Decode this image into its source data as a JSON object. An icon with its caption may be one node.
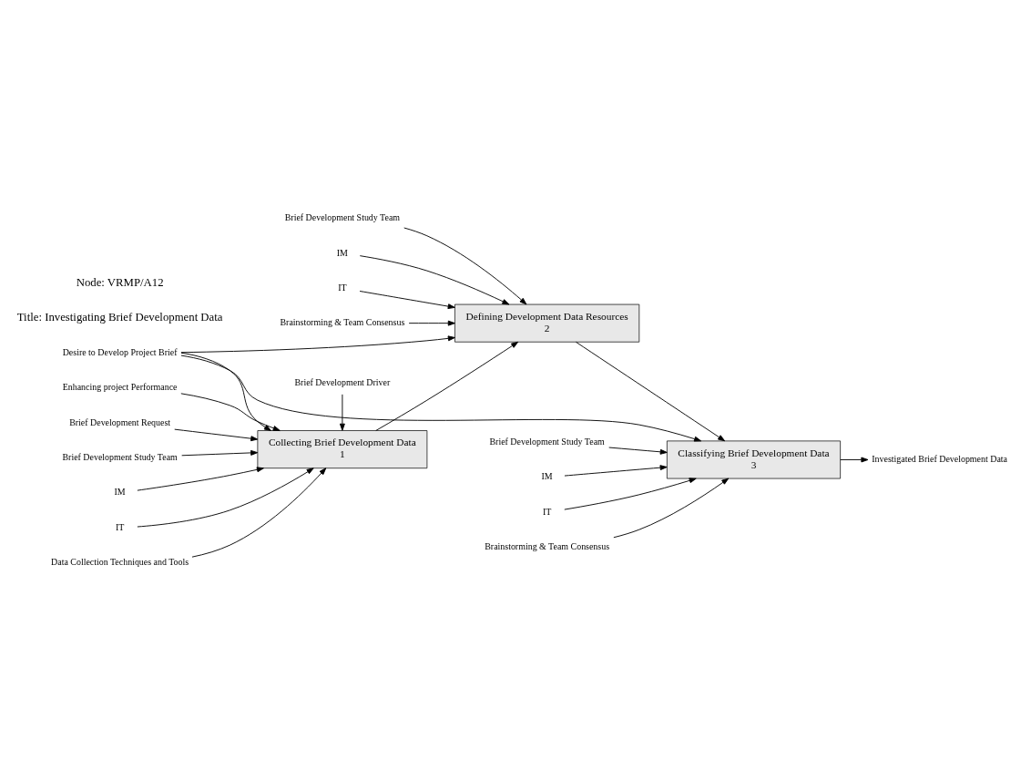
{
  "diagram": {
    "nodes": [
      {
        "text": [
          "Collecting Brief Development Data",
          "1"
        ]
      },
      {
        "text": [
          "Defining Development Data Resources",
          "2"
        ]
      },
      {
        "text": [
          "Classifying Brief Development Data",
          "3"
        ]
      },
      {
        "text": [
          "Desire to Develop Project Brief"
        ]
      },
      {
        "text": [
          "Enhancing project Performance"
        ]
      },
      {
        "text": [
          "Brief Development Driver"
        ]
      },
      {
        "text": [
          "Brief Development Request"
        ]
      },
      {
        "text": [
          "Brief Development Study Team"
        ]
      },
      {
        "text": [
          "IM"
        ]
      },
      {
        "text": [
          "IT"
        ]
      },
      {
        "text": [
          "Data Collection Techniques and Tools"
        ]
      },
      {
        "text": [
          "Brief Development Study Team"
        ]
      },
      {
        "text": [
          "IM"
        ]
      },
      {
        "text": [
          "IT"
        ]
      },
      {
        "text": [
          "Brainstorming & Team Consensus"
        ]
      },
      {
        "text": [
          "Brief Development Study Team"
        ]
      },
      {
        "text": [
          "IM"
        ]
      },
      {
        "text": [
          "IT"
        ]
      },
      {
        "text": [
          "Brainstorming & Team Consensus"
        ]
      },
      {
        "text": [
          "Investigated Brief Development Data"
        ]
      }
    ],
    "edges": [
      {
        "from": 3,
        "to": 0,
        "arrow": "to"
      },
      {
        "from": 3,
        "to": 1,
        "arrow": "to"
      },
      {
        "from": 3,
        "to": 2,
        "arrow": "to"
      },
      {
        "from": 4,
        "to": 0,
        "arrow": "to"
      },
      {
        "from": 5,
        "to": 0,
        "arrow": "to"
      },
      {
        "from": 6,
        "to": 0,
        "arrow": "to"
      },
      {
        "from": 7,
        "to": 0,
        "arrow": "to"
      },
      {
        "from": 8,
        "to": 0,
        "arrow": "to"
      },
      {
        "from": 9,
        "to": 0,
        "arrow": "to"
      },
      {
        "from": 10,
        "to": 0,
        "arrow": "to"
      },
      {
        "from": 0,
        "to": 1,
        "arrow": "to"
      },
      {
        "from": 11,
        "to": 1,
        "arrow": "to"
      },
      {
        "from": 12,
        "to": 1,
        "arrow": "to"
      },
      {
        "from": 13,
        "to": 1,
        "arrow": "to"
      },
      {
        "from": 14,
        "to": 1,
        "arrow": "to"
      },
      {
        "from": 1,
        "to": 2,
        "arrow": "to"
      },
      {
        "from": 15,
        "to": 2,
        "arrow": "to"
      },
      {
        "from": 16,
        "to": 2,
        "arrow": "to"
      },
      {
        "from": 17,
        "to": 2,
        "arrow": "to"
      },
      {
        "from": 18,
        "to": 2,
        "arrow": "to"
      },
      {
        "from": 2,
        "to": 19,
        "arrow": "to"
      }
    ],
    "labels": [
      "Node: VRMP/A12",
      "Title: Investigating Brief Development Data"
    ]
  }
}
